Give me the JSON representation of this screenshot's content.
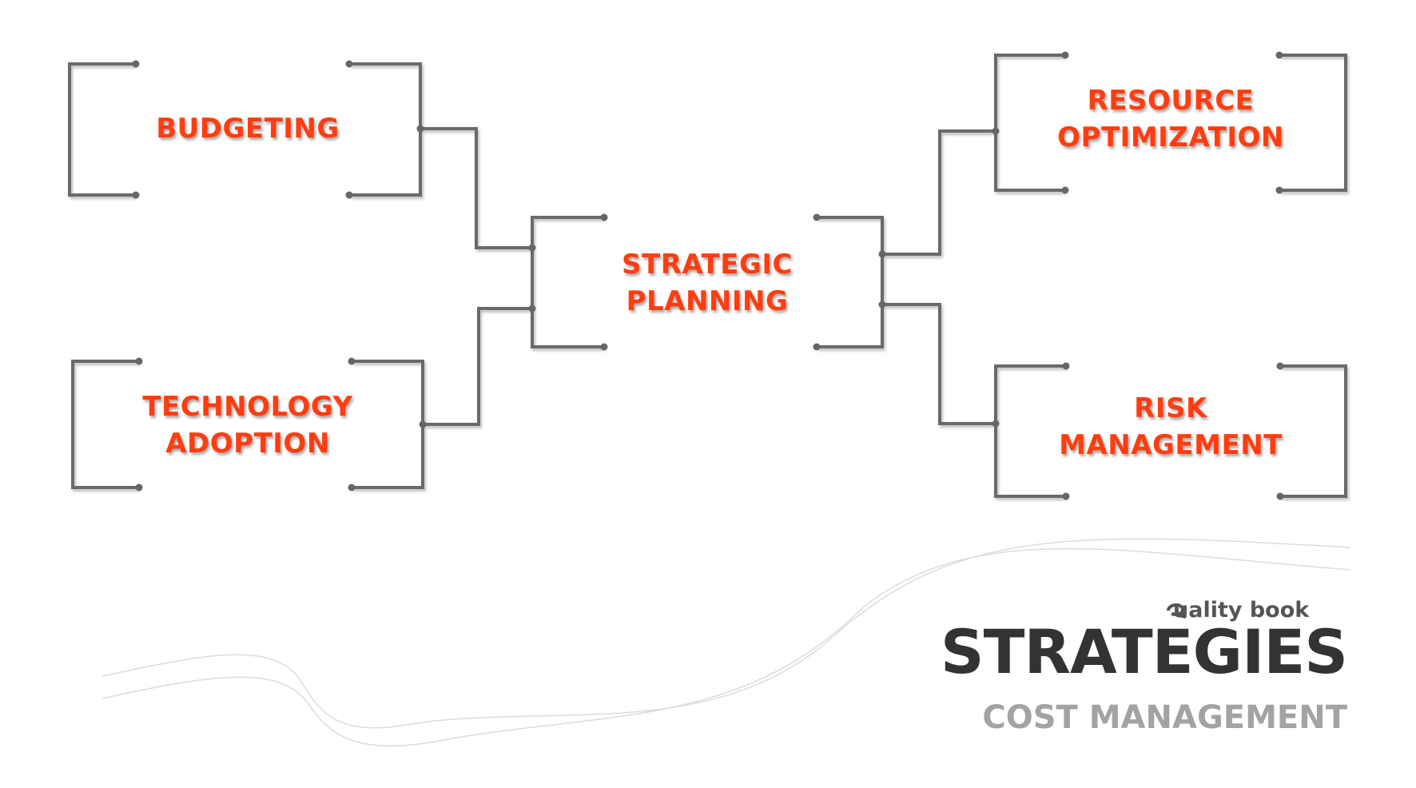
{
  "diagram": {
    "center": {
      "line1": "STRATEGIC",
      "line2": "PLANNING"
    },
    "budgeting": {
      "line1": "BUDGETING"
    },
    "technology": {
      "line1": "TECHNOLOGY",
      "line2": "ADOPTION"
    },
    "resource": {
      "line1": "RESOURCE",
      "line2": "OPTIMIZATION"
    },
    "risk": {
      "line1": "RISK",
      "line2": "MANAGEMENT"
    }
  },
  "footer": {
    "brand": "uality book",
    "title": "STRATEGIES",
    "subtitle": "COST MANAGEMENT"
  },
  "colors": {
    "label": "#ff3d0f",
    "bracket": "#6b6b6b",
    "title": "#333333",
    "subtitle": "#a3a3a3"
  }
}
